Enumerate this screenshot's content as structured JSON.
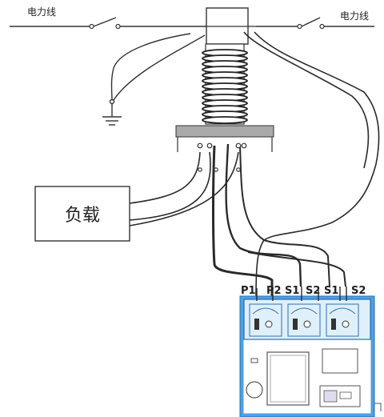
{
  "labels": {
    "power_line_left": "电力线",
    "power_line_right": "电力线",
    "load": "负载"
  },
  "terminals": [
    "P1",
    "P2",
    "S1",
    "S2",
    "S1",
    "S2"
  ],
  "colors": {
    "wire": "#2a2a2a",
    "instrument_body": "#4e9fe6",
    "instrument_panel": "#dff0fb",
    "insulator_plate": "#aaaaaa"
  }
}
